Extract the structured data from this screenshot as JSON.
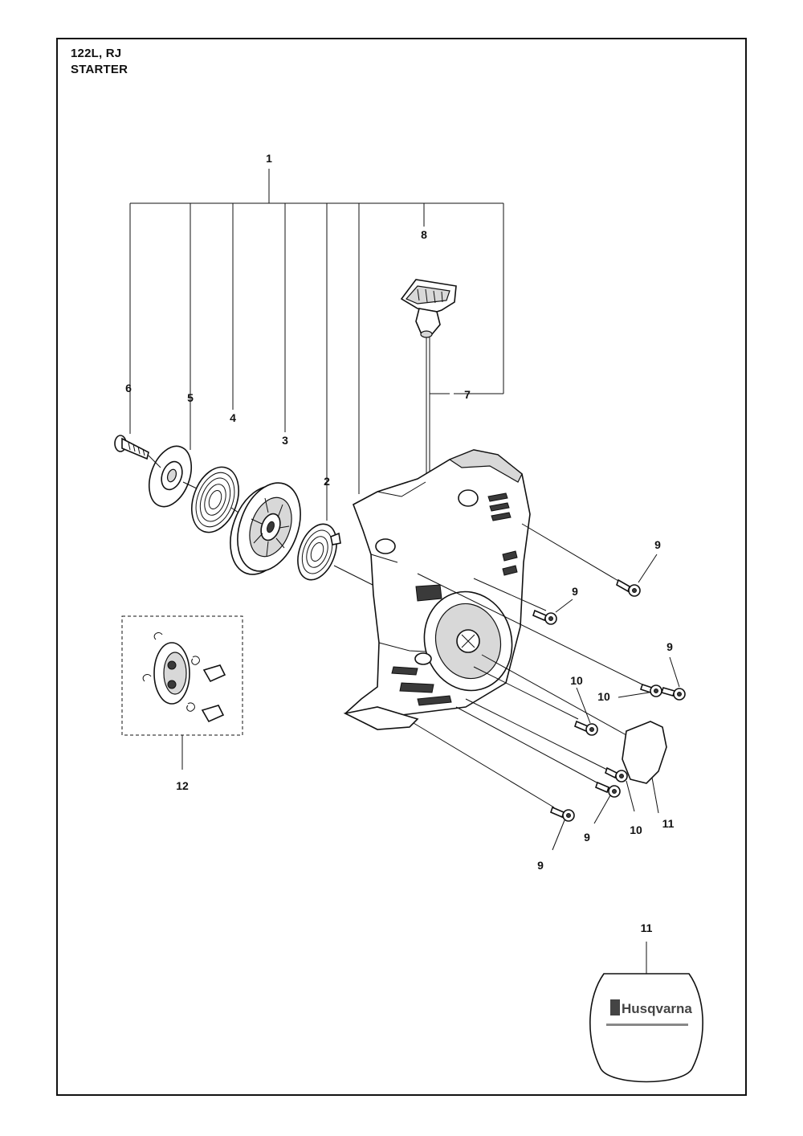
{
  "header": {
    "model": "122L, RJ",
    "section": "STARTER"
  },
  "callouts": {
    "c1": "1",
    "c2": "2",
    "c3": "3",
    "c4": "4",
    "c5": "5",
    "c6": "6",
    "c7": "7",
    "c8": "8",
    "c9a": "9",
    "c9b": "9",
    "c9c": "9",
    "c9d": "9",
    "c9e": "9",
    "c10a": "10",
    "c10b": "10",
    "c10c": "10",
    "c11a": "11",
    "c11b": "11",
    "c12": "12"
  },
  "decal": {
    "brand": "Husqvarna"
  },
  "colors": {
    "line": "#111111",
    "shade": "#d8d8d8",
    "brand_gray": "#444444",
    "stripe": "#888888"
  }
}
